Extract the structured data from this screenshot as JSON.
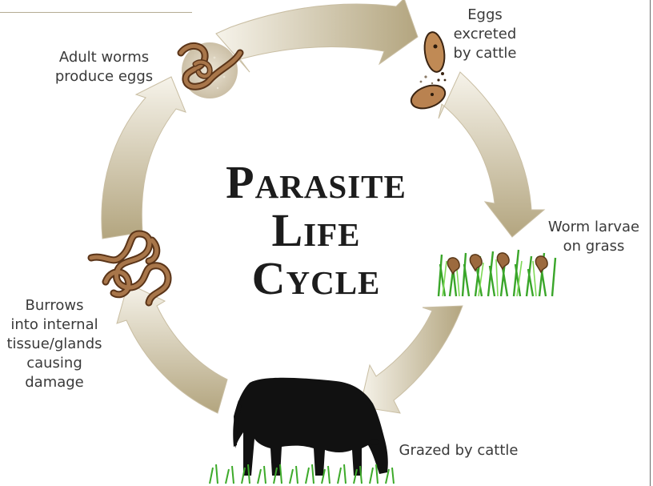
{
  "title": {
    "line1": "Parasite",
    "line2": "Life",
    "line3": "Cycle"
  },
  "stages": {
    "eggs_excreted": [
      "Eggs excreted",
      "by cattle"
    ],
    "larvae": [
      "Worm larvae",
      "on grass"
    ],
    "grazed": [
      "Grazed by cattle"
    ],
    "burrows": [
      "Burrows",
      "into internal",
      "tissue/glands",
      "causing",
      "damage"
    ],
    "adult": [
      "Adult worms",
      "produce eggs"
    ]
  },
  "colors": {
    "arrow_light": "#f4f1e8",
    "arrow_dark": "#b7aa86",
    "worm": "#8b5a34",
    "egg": "#b88452",
    "cow": "#111111",
    "grass": "#3daa2a"
  },
  "icons": [
    "eggs-icon",
    "larvae-on-grass-icon",
    "grazing-cow-icon",
    "tangled-worms-icon",
    "adult-worms-icon"
  ]
}
